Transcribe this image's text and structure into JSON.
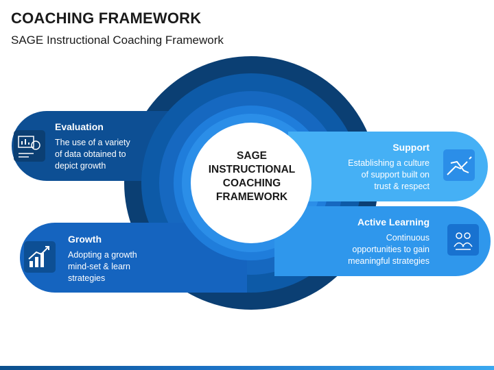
{
  "header": {
    "title": "COACHING FRAMEWORK",
    "subtitle": "SAGE Instructional Coaching Framework"
  },
  "center": {
    "lines": [
      "SAGE",
      "INSTRUCTIONAL",
      "COACHING",
      "FRAMEWORK"
    ]
  },
  "cards": {
    "evaluation": {
      "title": "Evaluation",
      "desc": [
        "The use of a variety",
        "of data obtained to",
        "depict growth"
      ],
      "icon": "data-analysis-icon"
    },
    "growth": {
      "title": "Growth",
      "desc": [
        "Adopting a growth",
        "mind-set & learn",
        "strategies"
      ],
      "icon": "growth-chart-icon"
    },
    "support": {
      "title": "Support",
      "desc": [
        "Establishing a culture",
        "of support built on",
        "trust & respect"
      ],
      "icon": "handshake-icon"
    },
    "active_learning": {
      "title": "Active Learning",
      "desc": [
        "Continuous",
        "opportunities to gain",
        "meaningful strategies"
      ],
      "icon": "people-learning-icon"
    }
  },
  "colors": {
    "dark_navy": "#0b3f73",
    "dark_blue": "#0d5aa7",
    "mid_blue": "#1872d0",
    "blue": "#2b8ee8",
    "light_blue": "#3ba7f3",
    "lightest_blue": "#4db5f5"
  }
}
